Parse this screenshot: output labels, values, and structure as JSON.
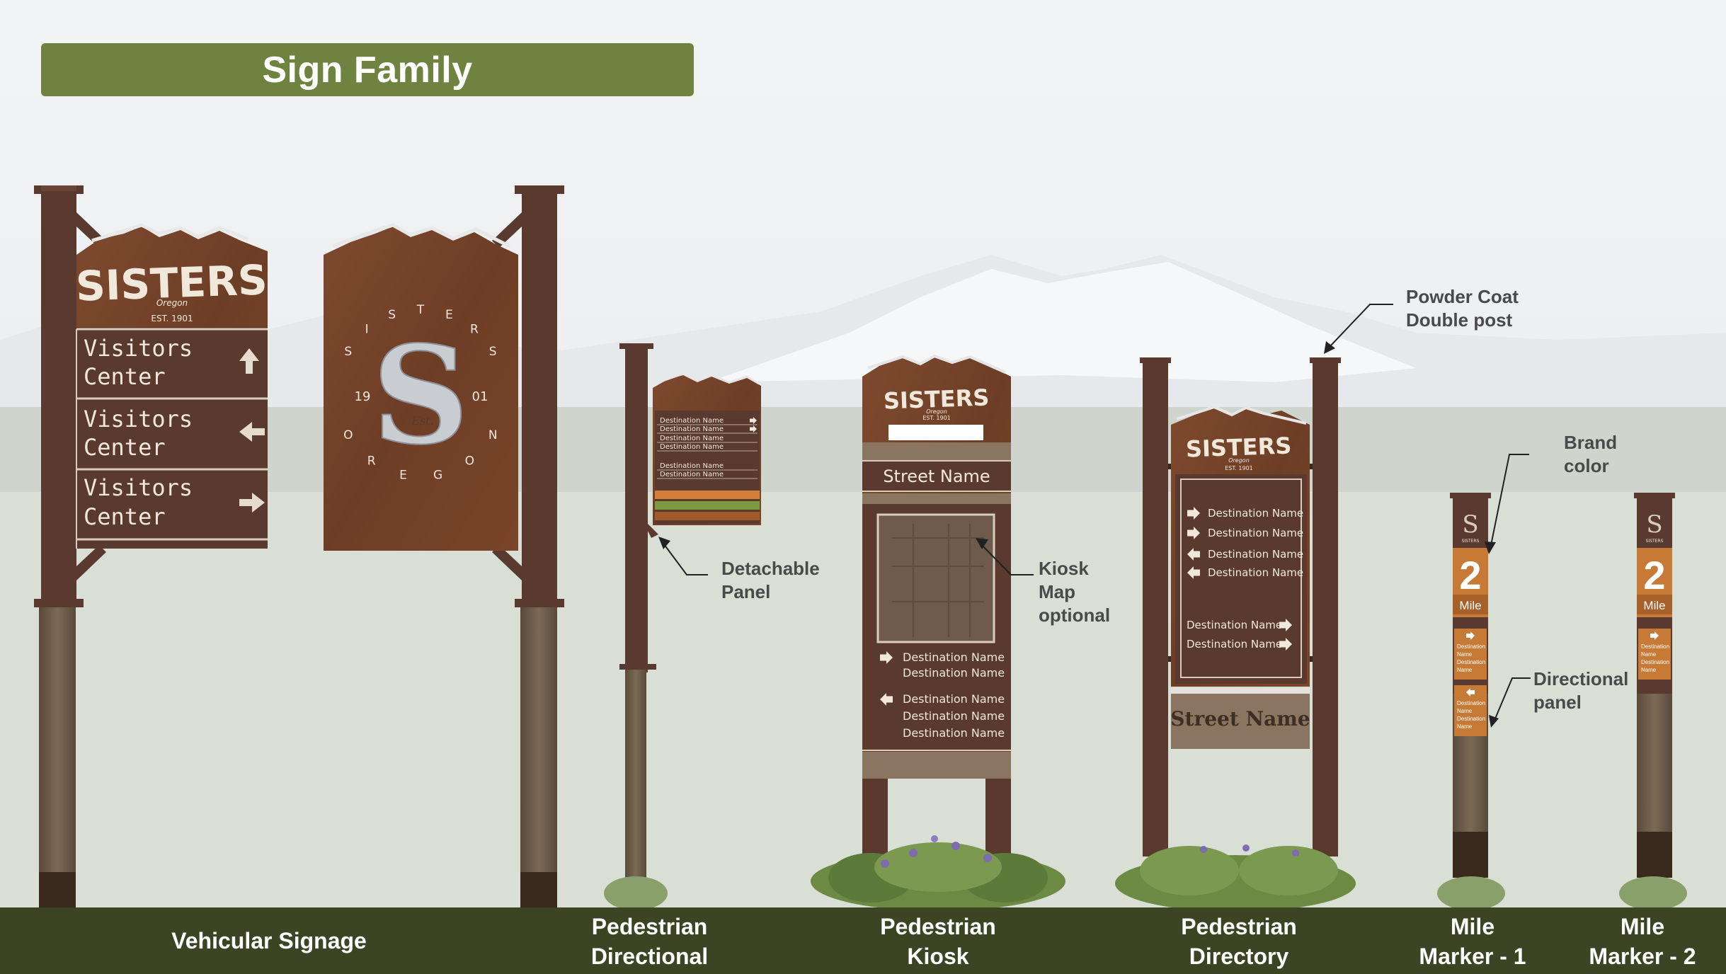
{
  "title": "Sign Family",
  "colors": {
    "title_bg": "#6e833f",
    "footer_bg": "#3d4424",
    "sign_brown": "#5a3a2e",
    "rust": "#7a4428",
    "brand_orange": "#c77a35",
    "wood": "#6b5a48",
    "stripe_orange": "#d4803a",
    "stripe_green": "#7c9a3f"
  },
  "vehicular": {
    "brand_name": "SISTERS",
    "brand_state": "Oregon",
    "brand_est": "EST. 1901",
    "rows": [
      {
        "line1": "Visitors",
        "line2": "Center",
        "arrow": "up-arrow-icon"
      },
      {
        "line1": "Visitors",
        "line2": "Center",
        "arrow": "left-arrow-icon"
      },
      {
        "line1": "Visitors",
        "line2": "Center",
        "arrow": "right-arrow-icon"
      }
    ],
    "logo": {
      "letter": "S",
      "est": "Est.",
      "year_left": "19",
      "year_right": "01",
      "top_letters": [
        "S",
        "I",
        "S",
        "T",
        "E",
        "R",
        "S"
      ],
      "bottom_letters": [
        "O",
        "R",
        "E",
        "G",
        "O",
        "N"
      ]
    }
  },
  "ped_directional": {
    "rows": [
      "Destination Name",
      "Destination Name",
      "Destination Name",
      "Destination Name",
      "Destination Name",
      "Destination Name"
    ],
    "arrow_rows": [
      0,
      1
    ]
  },
  "ped_kiosk": {
    "brand_name": "SISTERS",
    "brand_state": "Oregon",
    "brand_est": "EST. 1901",
    "street_name": "Street Name",
    "group1": [
      "Destination Name",
      "Destination Name"
    ],
    "group2": [
      "Destination Name",
      "Destination Name",
      "Destination Name"
    ]
  },
  "ped_directory": {
    "brand_name": "SISTERS",
    "brand_state": "Oregon",
    "brand_est": "EST. 1901",
    "rows_top": [
      {
        "text": "Destination Name",
        "arrow": "right-arrow-icon"
      },
      {
        "text": "Destination Name",
        "arrow": "right-arrow-icon"
      },
      {
        "text": "Destination Name",
        "arrow": "left-arrow-icon"
      },
      {
        "text": "Destination Name",
        "arrow": "left-arrow-icon"
      }
    ],
    "rows_bottom": [
      {
        "text": "Destination Name",
        "arrow": "right-arrow-icon"
      },
      {
        "text": "Destination Name",
        "arrow": "right-arrow-icon"
      }
    ],
    "street_name": "Street Name"
  },
  "mile_markers": [
    {
      "number": "2",
      "unit": "Mile",
      "letter": "S",
      "letters_top": "SISTERS",
      "panels": [
        {
          "arrow": "right-arrow-icon",
          "lines": [
            "Destination",
            "Name",
            "Destination",
            "Name"
          ]
        },
        {
          "arrow": "left-arrow-icon",
          "lines": [
            "Destination",
            "Name",
            "Destination",
            "Name"
          ]
        }
      ]
    },
    {
      "number": "2",
      "unit": "Mile",
      "letter": "S",
      "letters_top": "SISTERS",
      "panels": [
        {
          "arrow": "right-arrow-icon",
          "lines": [
            "Destination",
            "Name",
            "Destination",
            "Name"
          ]
        }
      ]
    }
  ],
  "callouts": {
    "powder_coat": [
      "Powder Coat",
      "Double post"
    ],
    "brand_color": [
      "Brand",
      "color"
    ],
    "directional_panel": [
      "Directional",
      "panel"
    ],
    "detachable_panel": [
      "Detachable",
      "Panel"
    ],
    "kiosk_map": [
      "Kiosk",
      "Map",
      "optional"
    ]
  },
  "footer": {
    "vehicular": "Vehicular Signage",
    "ped_directional": [
      "Pedestrian",
      "Directional"
    ],
    "ped_kiosk": [
      "Pedestrian",
      "Kiosk"
    ],
    "ped_directory": [
      "Pedestrian",
      "Directory"
    ],
    "mile_1": [
      "Mile",
      "Marker - 1"
    ],
    "mile_2": [
      "Mile",
      "Marker - 2"
    ]
  }
}
